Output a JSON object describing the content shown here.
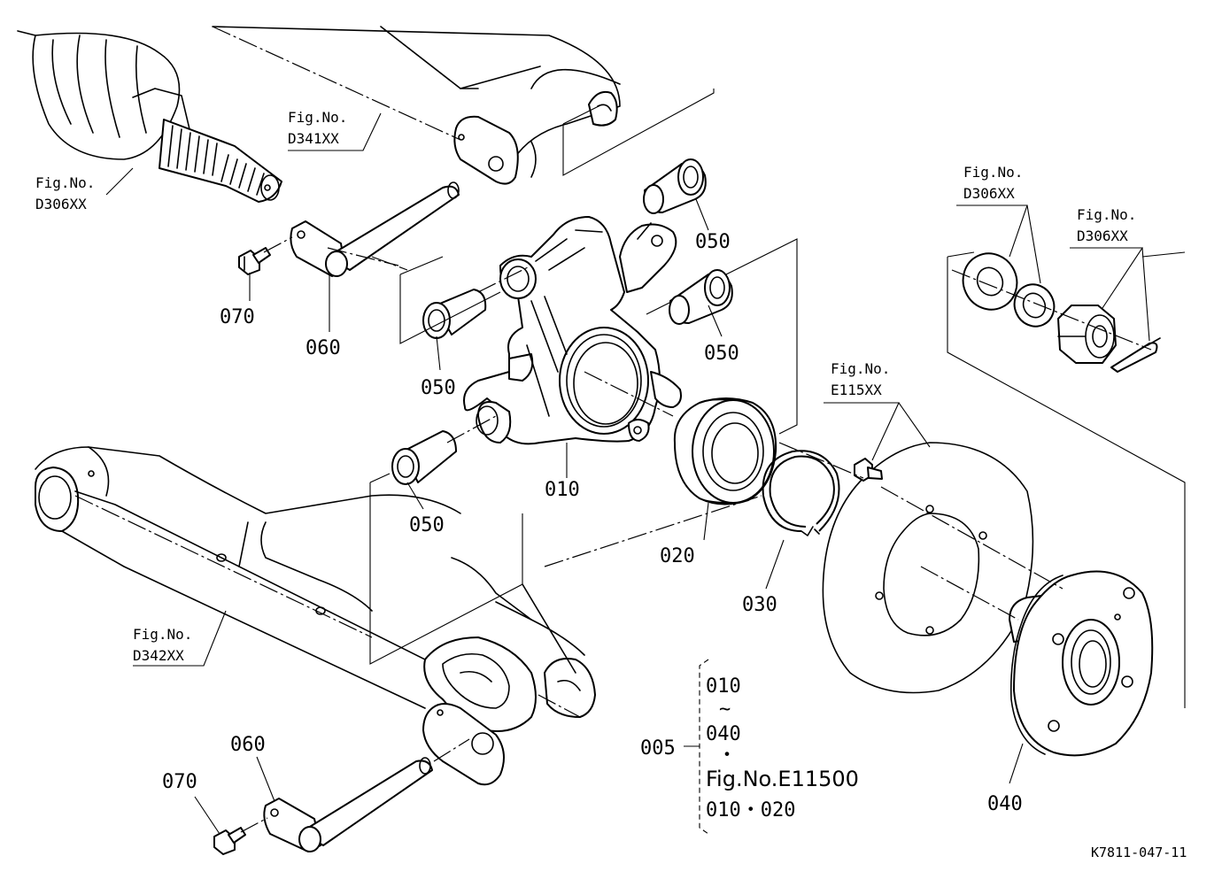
{
  "figure_refs": {
    "d306_cv_joint": {
      "line1": "Fig.No.",
      "line2": "D306XX"
    },
    "d341": {
      "line1": "Fig.No.",
      "line2": "D341XX"
    },
    "d342": {
      "line1": "Fig.No.",
      "line2": "D342XX"
    },
    "d306_washer": {
      "line1": "Fig.No.",
      "line2": "D306XX"
    },
    "d306_nut": {
      "line1": "Fig.No.",
      "line2": "D306XX"
    },
    "e115": {
      "line1": "Fig.No.",
      "line2": "E115XX"
    }
  },
  "part_labels": {
    "p050_a": "050",
    "p050_b": "050",
    "p050_c": "050",
    "p050_d": "050",
    "p070_top": "070",
    "p060_top": "060",
    "p010": "010",
    "p020": "020",
    "p030": "030",
    "p040": "040",
    "p060_bottom": "060",
    "p070_bottom": "070"
  },
  "assembly_note": {
    "number": "005",
    "line1": "010",
    "tilde": "~",
    "line2": "040",
    "dot": "・",
    "line3": "Fig.No.E11500",
    "line4": "010・020"
  },
  "drawing_code": "K7811-047-11"
}
